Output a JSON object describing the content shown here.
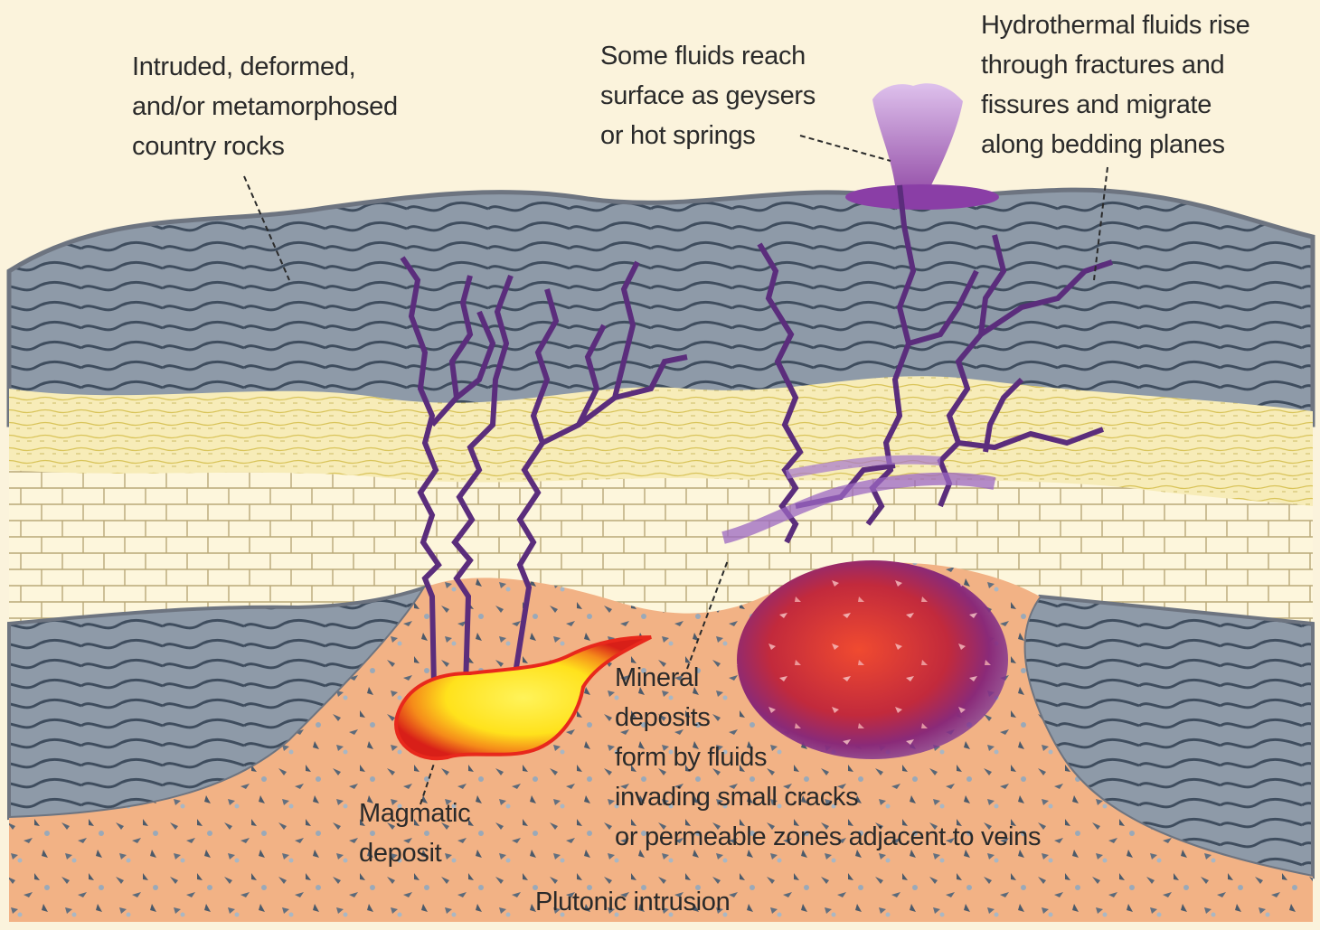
{
  "labels": {
    "country_rocks": [
      "Intruded, deformed,",
      "and/or metamorphosed",
      "country rocks"
    ],
    "geysers": [
      "Some fluids reach",
      "surface as geysers",
      "or hot springs"
    ],
    "hydrothermal": [
      "Hydrothermal fluids rise",
      "through fractures and",
      "fissures and migrate",
      "along bedding planes"
    ],
    "mineral_deposits": [
      "Mineral",
      "deposits",
      "form by fluids",
      "invading small cracks",
      "or permeable zones adjacent to veins"
    ],
    "magmatic": [
      "Magmatic",
      "deposit"
    ],
    "plutonic": "Plutonic intrusion"
  },
  "colors": {
    "background": "#fbf3dc",
    "country_rock": "#8e9aa8",
    "country_rock_lines": "#3f4d5e",
    "sandstone": "#f7ecb8",
    "limestone": "#fdf6dc",
    "pluton": "#f2b285",
    "veins": "#5b2d7c",
    "magmatic_core": "#fff22a",
    "magmatic_rim": "#e8281c",
    "mineral_deposit": "#d8322c",
    "hot_spring": "#8a3ea6"
  }
}
